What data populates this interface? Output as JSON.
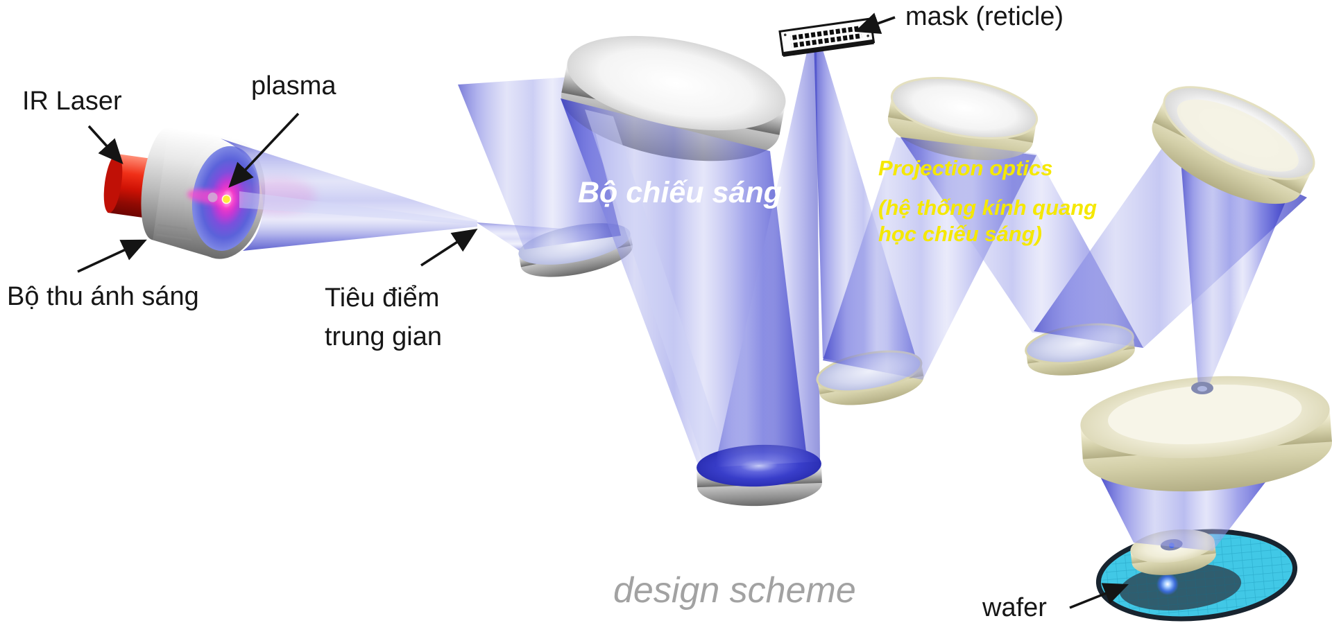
{
  "labels": {
    "ir_laser": "IR Laser",
    "plasma": "plasma",
    "light_collector": "Bộ thu ánh sáng",
    "intermediate_focus_line1": "Tiêu điểm",
    "intermediate_focus_line2": "trung gian",
    "illuminator": "Bộ chiếu sáng",
    "mask": "mask (reticle)",
    "projection_optics_line1": "Projection optics",
    "projection_optics_line2": "(hệ thống kính quang",
    "projection_optics_line3": "học chiếu sáng)",
    "wafer": "wafer",
    "caption": "design scheme"
  },
  "colors": {
    "label_text": "#161616",
    "illuminator_text": "#ffffff",
    "projection_text": "#f5e800",
    "caption_text": "#a2a2a2",
    "beam_blue_dark": "#3034c2",
    "beam_blue_light": "#b4b8ec",
    "mirror_silver": "#c6c6c6",
    "mirror_cream": "#ece8cb",
    "laser_red": "#cf1205",
    "plasma_magenta": "#f438c8",
    "plasma_core_yellow": "#ffec3a",
    "wafer_cyan": "#41c8e6"
  }
}
